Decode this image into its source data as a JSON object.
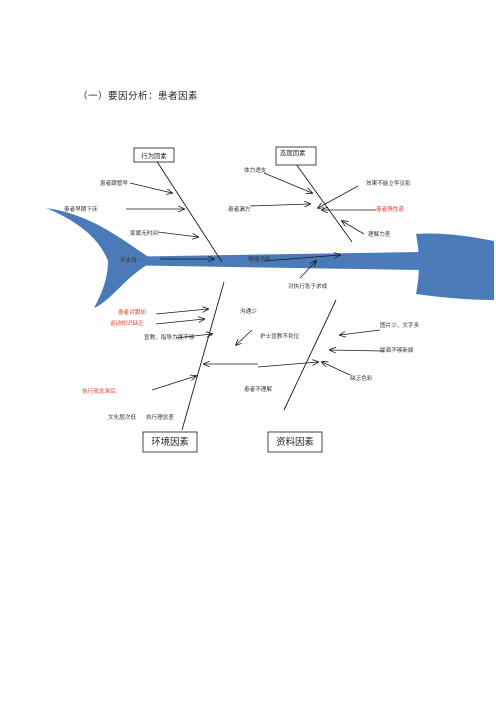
{
  "title": "（一）要因分析：患者因素",
  "colors": {
    "fish": "#4a7ab8",
    "red_label": "#e23a2f"
  },
  "categories": {
    "behavior": "行为因素",
    "attitude": "态度因素",
    "environment": "环境因素",
    "material": "资料因素"
  },
  "labels": {
    "bh_1": "患者跟管早",
    "bh_2": "患者早期下床",
    "bh_3": "家属无时间",
    "bh_4": "不支持",
    "at_1": "体力透支",
    "at_2": "患者漏方",
    "at_3": "效果不能立竿见影",
    "at_4": "患者惰性惑",
    "at_5": "理解力差",
    "at_6": "情绪消极",
    "at_7": "对执行急于求成",
    "env_1": "患者对跟加",
    "env_2": "运动知识缺乏",
    "env_3": "宣教、指导力度不够",
    "env_4": "执行观念滞后",
    "env_5": "文化层次低",
    "env_6": "执行理念差",
    "env_7": "沟通少",
    "mat_1": "图片少，文字多",
    "mat_2": "版面不够新颖",
    "mat_3": "缺乏色彩",
    "mat_4": "护士宣教不到位",
    "mat_5": "患者不理解"
  }
}
